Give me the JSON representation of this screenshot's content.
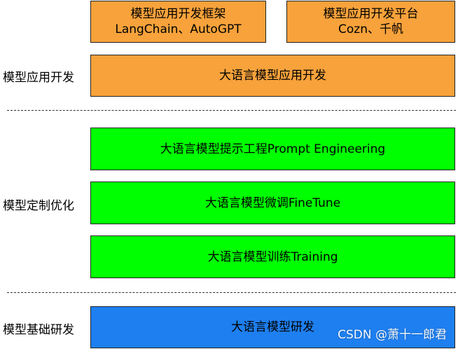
{
  "top_boxes": [
    {
      "line1": "模型应用开发框架",
      "line2": "LangChain、AutoGPT"
    },
    {
      "line1": "模型应用开发平台",
      "line2": "Cozn、千帆"
    }
  ],
  "sections": {
    "app_dev": {
      "label": "模型应用开发",
      "boxes": [
        "大语言模型应用开发"
      ]
    },
    "optimize": {
      "label": "模型定制优化",
      "boxes": [
        "大语言模型提示工程Prompt Engineering",
        "大语言模型微调FineTune",
        "大语言模型训练Training"
      ]
    },
    "base": {
      "label": "模型基础研发",
      "boxes": [
        "大语言模型研发"
      ]
    }
  },
  "watermark": "CSDN @萧十一郎君",
  "colors": {
    "orange": "#f7a23b",
    "green": "#00ff00",
    "blue": "#1e7ff0"
  }
}
